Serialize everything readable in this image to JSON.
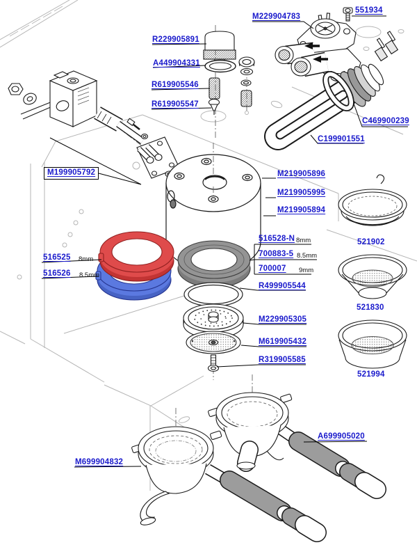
{
  "page": {
    "title": "Espresso machine group head exploded parts diagram"
  },
  "colors": {
    "link": "#1a1acc",
    "gasket_red": "#df4b4b",
    "gasket_red_dark": "#c23434",
    "gasket_blue": "#5b79e0",
    "gasket_blue_dark": "#4763c4",
    "gasket_gray": "#949494",
    "gasket_gray_dark": "#7c7c7c",
    "handle_gray": "#9c9c9c",
    "flange_gray": "#b7b7b7"
  },
  "labels": {
    "r229905891": "R229905891",
    "a449904331": "A449904331",
    "r619905546": "R619905546",
    "r619905547": "R619905547",
    "m229904783": "M229904783",
    "s551934": "551934",
    "c469900239": "C469900239",
    "c199901551": "C199901551",
    "m199905792": "M199905792",
    "m219905896": "M219905896",
    "m219905995": "M219905995",
    "m219905894": "M219905894",
    "g516528n": "516528-N",
    "g700883": "700883-5",
    "g700007": "700007",
    "r499905544": "R499905544",
    "m229905305": "M229905305",
    "m619905432": "M619905432",
    "r319905585": "R319905585",
    "g516525": "516525",
    "g516526": "516526",
    "b521902": "521902",
    "b521830": "521830",
    "b521994": "521994",
    "a699905020": "A699905020",
    "m699904832": "M699904832"
  },
  "sizes": {
    "g516528n": "8mm",
    "g700883": "8.5mm",
    "g700007": "9mm",
    "g516525": "8mm",
    "g516526": "8.5mm"
  }
}
